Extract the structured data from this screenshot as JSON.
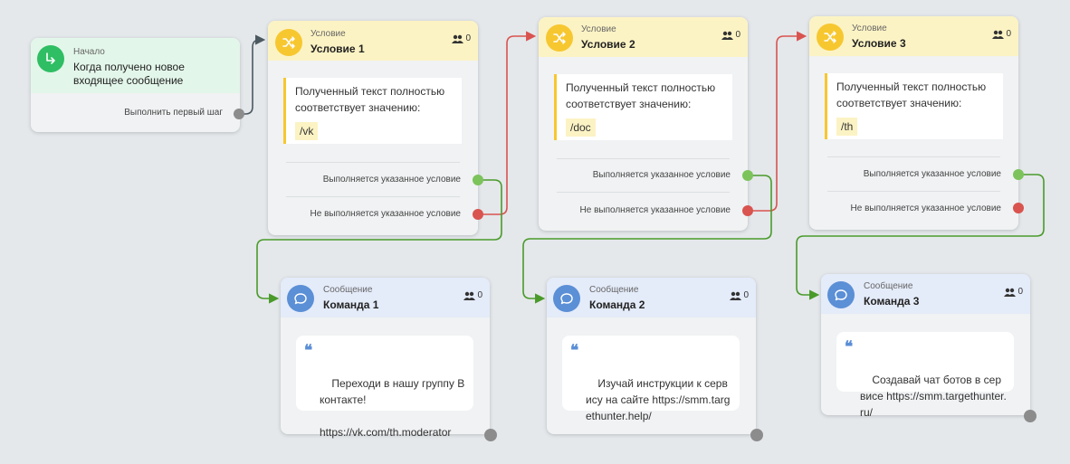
{
  "start": {
    "type": "Начало",
    "title": "Когда получено новое входящее сообщение",
    "action": "Выполнить первый шаг"
  },
  "conditions": [
    {
      "type": "Условие",
      "title": "Условие 1",
      "count": "0",
      "text": "Полученный текст полностью соответствует значению:",
      "value": "/vk",
      "yes": "Выполняется указанное условие",
      "no": "Не выполняется указанное условие"
    },
    {
      "type": "Условие",
      "title": "Условие 2",
      "count": "0",
      "text": "Полученный текст полностью соответствует значению:",
      "value": "/doc",
      "yes": "Выполняется указанное условие",
      "no": "Не выполняется указанное условие"
    },
    {
      "type": "Условие",
      "title": "Условие 3",
      "count": "0",
      "text": "Полученный текст полностью соответствует значению:",
      "value": "/th",
      "yes": "Выполняется указанное условие",
      "no": "Не выполняется указанное условие"
    }
  ],
  "messages": [
    {
      "type": "Сообщение",
      "title": "Команда 1",
      "count": "0",
      "text": "Переходи в нашу группу Вконтакте!\n\nhttps://vk.com/th.moderator"
    },
    {
      "type": "Сообщение",
      "title": "Команда 2",
      "count": "0",
      "text": "Изучай инструкции к сервису на сайте https://smm.targethunter.help/"
    },
    {
      "type": "Сообщение",
      "title": "Команда 3",
      "count": "0",
      "text": "Создавай чат ботов в сервисе https://smm.targethunter.ru/"
    }
  ],
  "colors": {
    "canvas": "#e4e8eb",
    "condition_accent": "#f7c730",
    "message_accent": "#5b8fd6",
    "start_accent": "#2fbe63",
    "yes_port": "#7cc35b",
    "no_port": "#d9534f",
    "yes_link": "#4a9a2a",
    "no_link": "#d9534f",
    "start_link": "#4b5860"
  },
  "icons": {
    "start": "enter-arrow-icon",
    "condition": "shuffle-icon",
    "message": "chat-bubble-icon",
    "counter": "users-icon",
    "quote": "quote-icon"
  }
}
